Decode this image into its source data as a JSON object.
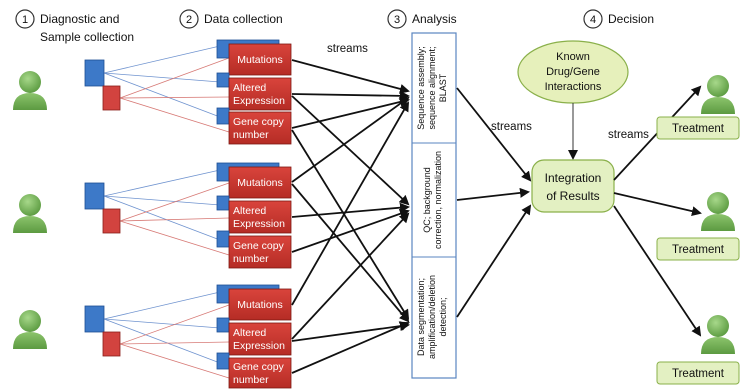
{
  "steps": [
    {
      "number": "1",
      "title_line1": "Diagnostic and",
      "title_line2": "Sample collection"
    },
    {
      "number": "2",
      "title_line1": "Data collection",
      "title_line2": ""
    },
    {
      "number": "3",
      "title_line1": "Analysis",
      "title_line2": ""
    },
    {
      "number": "4",
      "title_line1": "Decision",
      "title_line2": ""
    }
  ],
  "data_types": [
    {
      "line1": "Mutations",
      "line2": ""
    },
    {
      "line1": "Altered",
      "line2": "Expression"
    },
    {
      "line1": "Gene copy",
      "line2": "number"
    }
  ],
  "analysis_boxes": [
    {
      "line1": "Sequence assembly;",
      "line2": "sequence alignment;",
      "line3": "BLAST"
    },
    {
      "line1": "QC; background",
      "line2": "correction, normalization",
      "line3": ""
    },
    {
      "line1": "Data segmentation;",
      "line2": "amplification/deletion",
      "line3": "detection;"
    }
  ],
  "stream_labels": [
    "streams",
    "streams",
    "streams"
  ],
  "known": {
    "line1": "Known",
    "line2": "Drug/Gene",
    "line3": "Interactions"
  },
  "integration": {
    "line1": "Integration",
    "line2": "of Results"
  },
  "treatment_label": "Treatment",
  "colors": {
    "person_green": "#7ab85b",
    "sample_blue": "#3d79c8",
    "sample_red": "#d2433f",
    "data_red": "#c9362e",
    "analysis_border": "#5a86c0",
    "known_fill": "#e6f0bb",
    "treatment_fill": "#e3f0c2"
  }
}
